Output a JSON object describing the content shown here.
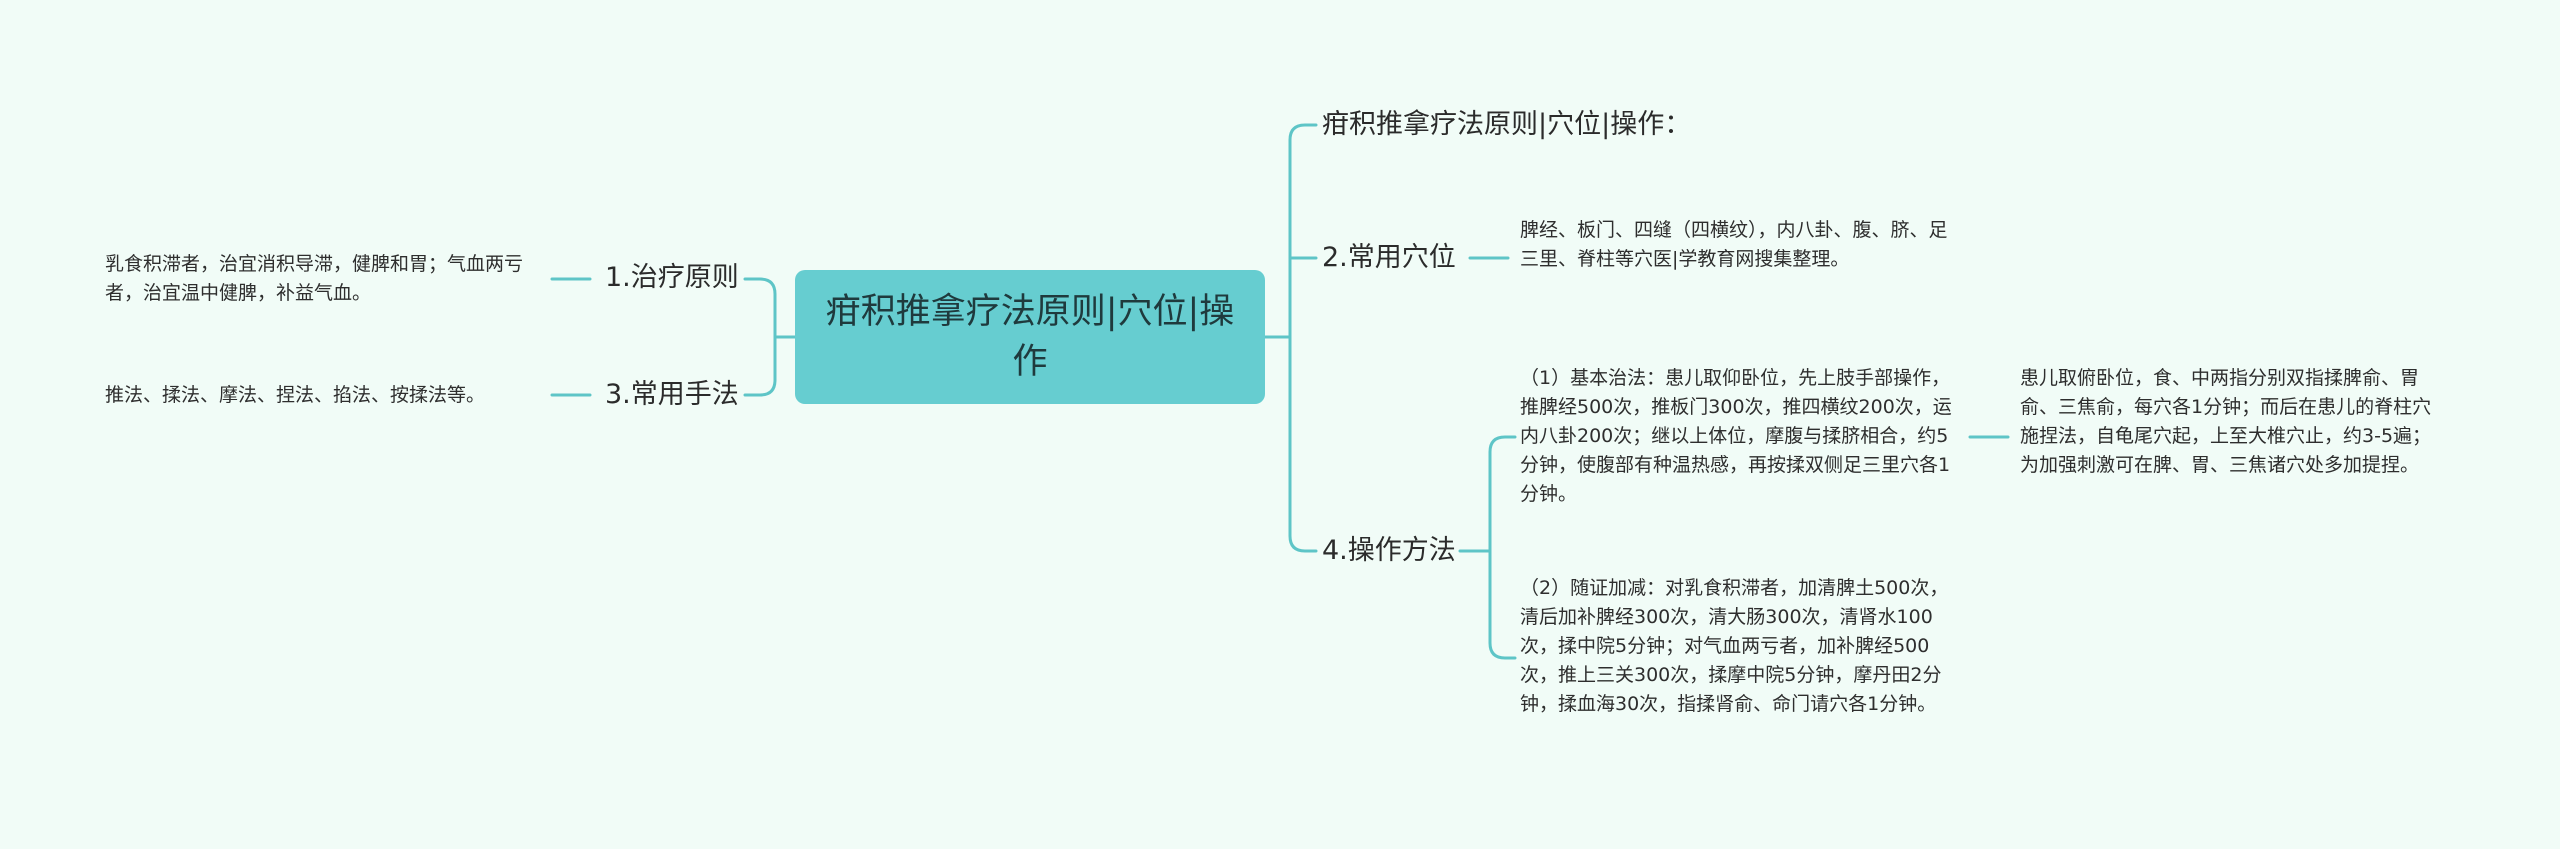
{
  "root": {
    "title": "疳积推拿疗法原则|穴位|操作"
  },
  "right": {
    "b0": {
      "label": "疳积推拿疗法原则|穴位|操作："
    },
    "b2": {
      "label": "2.常用穴位",
      "detail": "脾经、板门、四缝（四横纹），内八卦、腹、脐、足三里、脊柱等穴医|学教育网搜集整理。"
    },
    "b4": {
      "label": "4.操作方法",
      "basic": "（1）基本治法：患儿取仰卧位，先上肢手部操作，推脾经500次，推板门300次，推四横纹200次，运内八卦200次；继以上体位，摩腹与揉脐相合，约5分钟，使腹部有种温热感，再按揉双侧足三里穴各1分钟。",
      "basic_detail": "患儿取俯卧位，食、中两指分别双指揉脾俞、胃俞、三焦俞，每穴各1分钟；而后在患儿的脊柱穴施捏法，自龟尾穴起，上至大椎穴止，约3-5遍；为加强刺激可在脾、胃、三焦诸穴处多加提捏。",
      "adjust": "（2）随证加减：对乳食积滞者，加清脾土500次，清后加补脾经300次，清大肠300次，清肾水100次，揉中院5分钟；对气血两亏者，加补脾经500次，推上三关300次，揉摩中院5分钟，摩丹田2分钟，揉血海30次，指揉肾俞、命门请穴各1分钟。"
    }
  },
  "left": {
    "b1": {
      "label": "1.治疗原则",
      "detail": "乳食积滞者，治宜消积导滞，健脾和胃；气血两亏者，治宜温中健脾，补益气血。"
    },
    "b3": {
      "label": "3.常用手法",
      "detail": "推法、揉法、摩法、捏法、掐法、按揉法等。"
    }
  },
  "colors": {
    "background": "#f1fcf7",
    "root_fill": "#66cdd0",
    "connector": "#5ec5c7"
  }
}
